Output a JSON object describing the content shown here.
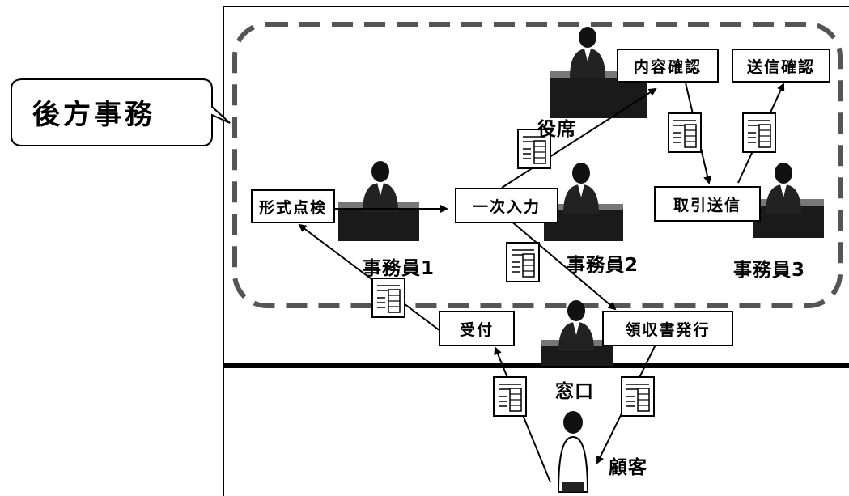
{
  "callout": {
    "label": "後方事務"
  },
  "boxes": {
    "keishiki": "形式点検",
    "ichiji": "一次入力",
    "naiyou": "内容確認",
    "soushin_kakunin": "送信確認",
    "torihiki": "取引送信",
    "uketsuke": "受付",
    "ryoushuusho": "領収書発行"
  },
  "labels": {
    "yakuseki": "役席",
    "jimuin1": "事務員1",
    "jimuin2": "事務員2",
    "jimuin3": "事務員3",
    "madoguchi": "窓口",
    "kokyaku": "顧客"
  }
}
